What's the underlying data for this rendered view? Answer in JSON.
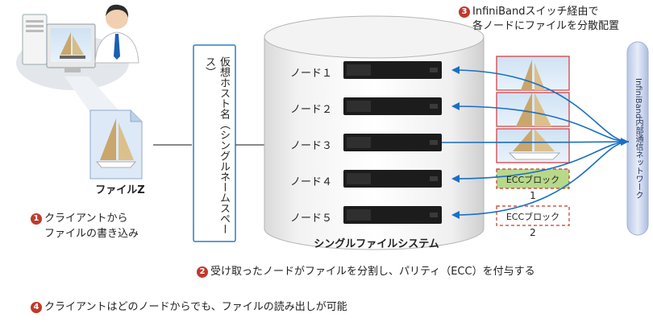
{
  "file": {
    "name": "ファイルZ"
  },
  "host": {
    "label": "仮想ホスト名（シングルネームスペース）"
  },
  "cylinder": {
    "label": "シングルファイルシステム"
  },
  "nodes": [
    {
      "label": "ノード１"
    },
    {
      "label": "ノード２"
    },
    {
      "label": "ノード３"
    },
    {
      "label": "ノード４"
    },
    {
      "label": "ノード５"
    }
  ],
  "ecc_blocks": [
    {
      "label": "ECCブロック",
      "number": "1"
    },
    {
      "label": "ECCブロック",
      "number": "2"
    }
  ],
  "network": {
    "label": "InfiniBand内部通信ネットワーク"
  },
  "notes": {
    "step1_marker": "1",
    "step1_line1": "クライアントから",
    "step1_line2": "ファイルの書き込み",
    "step2_marker": "2",
    "step2": "受け取ったノードがファイルを分割し、パリティ（ECC）を付与する",
    "step3_marker": "3",
    "step3_line1": "InfiniBandスイッチ経由で",
    "step3_line2": "各ノードにファイルを分散配置",
    "step4_marker": "4",
    "step4": "クライアントはどのノードからでも、ファイルの読み出しが可能"
  },
  "colors": {
    "accent": "#1a6fc4",
    "marker": "#c0392b",
    "ecc_fill": "#b8d88a",
    "host_border": "#2a7fc9"
  }
}
